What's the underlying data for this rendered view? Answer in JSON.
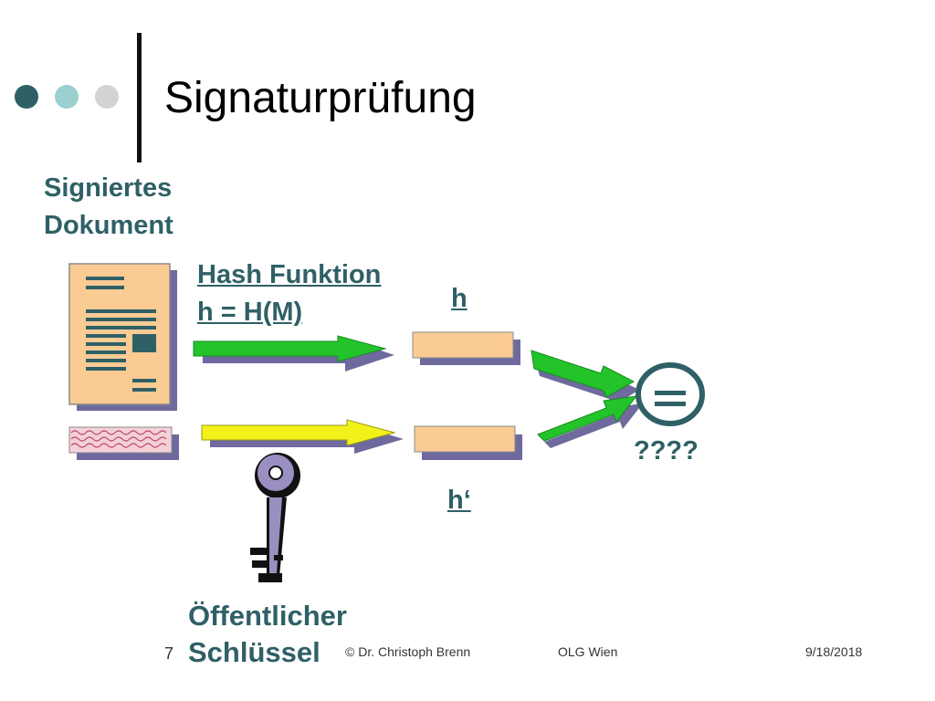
{
  "slide": {
    "title": "Signaturprüfung",
    "page_number": "7"
  },
  "diagram": {
    "signed_document_label_line1": "Signiertes",
    "signed_document_label_line2": "Dokument",
    "hash_function_line1": "Hash Funktion",
    "hash_function_line2": "h = H(M)",
    "h_label": "h",
    "h_prime_label": "h‘",
    "comparison_symbol": "=",
    "result_text": "????",
    "public_key_line1": "Öffentlicher",
    "public_key_line2": "Schlüssel"
  },
  "footer": {
    "author": "© Dr. Christoph Brenn",
    "organization": "OLG Wien",
    "date": "9/18/2018"
  },
  "colors": {
    "accent_teal": "#2f6066",
    "light_teal": "#9ccfcf",
    "light_gray": "#d3d3d3",
    "box_fill": "#fbcb94",
    "shadow": "#6e6a9e",
    "arrow_green": "#22c42a",
    "arrow_yellow": "#f2f21a"
  },
  "icons": [
    "document-icon",
    "signature-icon",
    "key-icon",
    "equals-icon"
  ]
}
